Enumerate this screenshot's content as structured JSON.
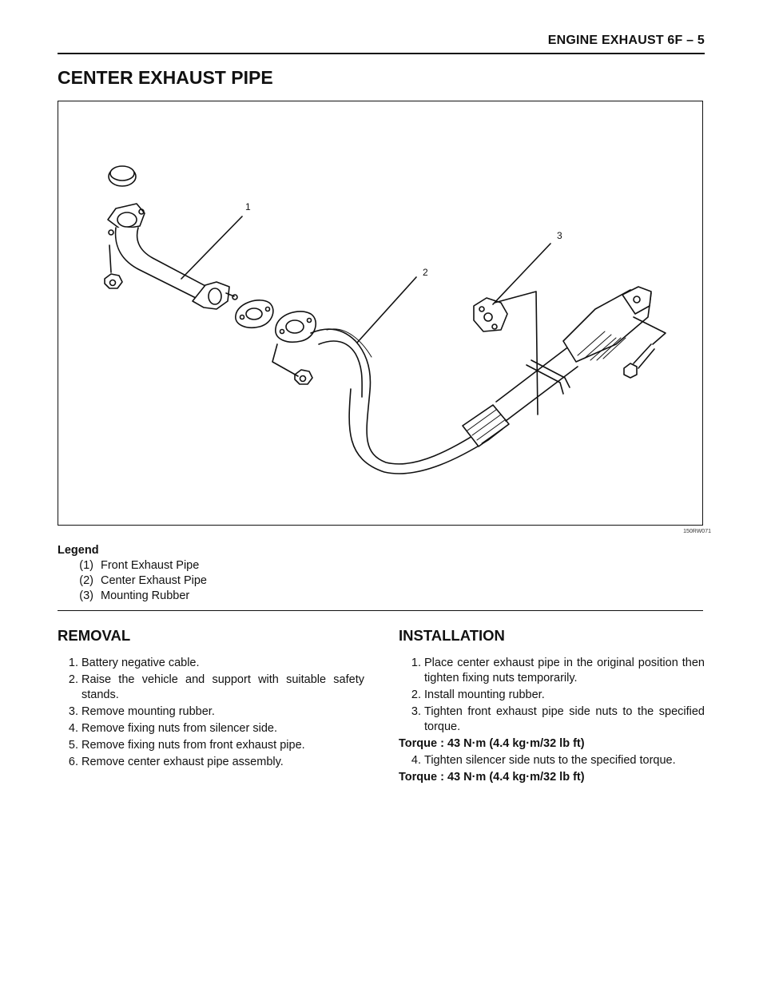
{
  "header": {
    "text": "ENGINE EXHAUST  6F – 5"
  },
  "title": "CENTER EXHAUST PIPE",
  "figure": {
    "callouts": [
      "1",
      "2",
      "3"
    ],
    "image_id": "150RW071"
  },
  "legend": {
    "title": "Legend",
    "items": [
      {
        "num": "(1)",
        "label": "Front Exhaust Pipe"
      },
      {
        "num": "(2)",
        "label": "Center Exhaust Pipe"
      },
      {
        "num": "(3)",
        "label": "Mounting Rubber"
      }
    ]
  },
  "removal": {
    "heading": "REMOVAL",
    "steps": [
      {
        "n": "1.",
        "text": "Battery negative cable."
      },
      {
        "n": "2.",
        "text": "Raise the vehicle and support with suitable safety stands."
      },
      {
        "n": "3.",
        "text": "Remove mounting rubber."
      },
      {
        "n": "4.",
        "text": "Remove fixing nuts from silencer side."
      },
      {
        "n": "5.",
        "text": "Remove fixing nuts from front exhaust pipe."
      },
      {
        "n": "6.",
        "text": "Remove center exhaust pipe assembly."
      }
    ]
  },
  "installation": {
    "heading": "INSTALLATION",
    "steps": [
      {
        "n": "1.",
        "text": "Place center exhaust pipe in the original position then tighten fixing nuts temporarily."
      },
      {
        "n": "2.",
        "text": "Install mounting rubber."
      },
      {
        "n": "3.",
        "text": "Tighten front exhaust pipe side nuts to the specified torque."
      }
    ],
    "torque_1": "Torque : 43 N·m (4.4 kg·m/32 lb ft)",
    "step_4": {
      "n": "4.",
      "text": "Tighten silencer side nuts to the specified torque."
    },
    "torque_2": "Torque : 43 N·m (4.4 kg·m/32 lb ft)"
  }
}
